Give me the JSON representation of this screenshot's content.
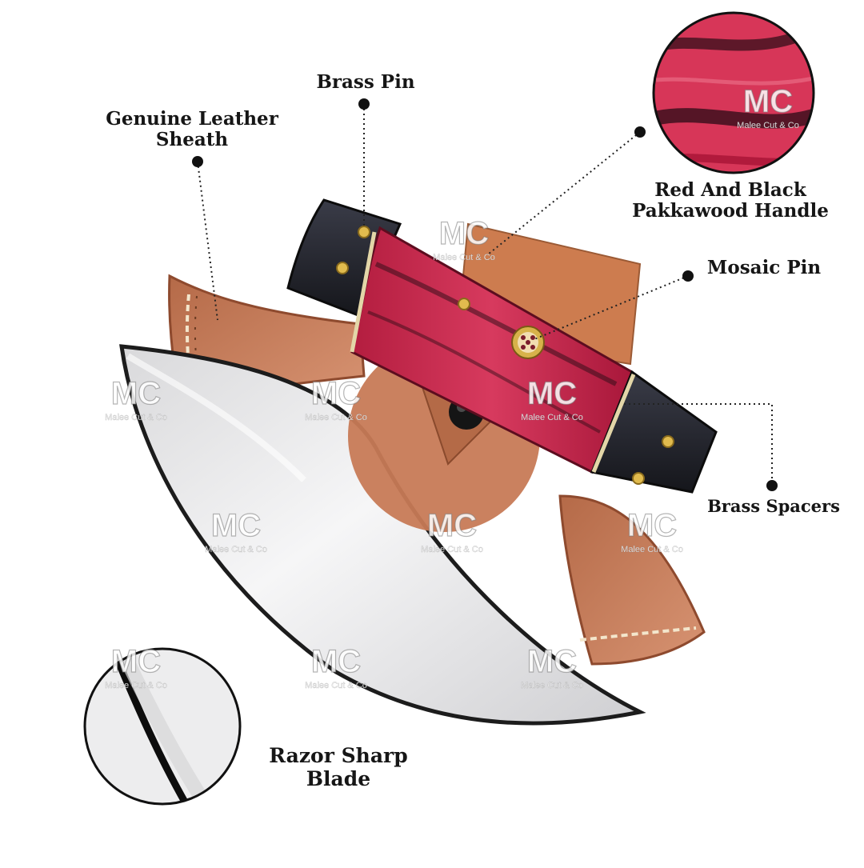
{
  "callouts": {
    "brass_pin": "Brass Pin",
    "leather_sheath": [
      "Genuine Leather",
      "Sheath"
    ],
    "handle": [
      "Red And Black",
      "Pakkawood Handle"
    ],
    "mosaic_pin": "Mosaic Pin",
    "brass_spacers": "Brass Spacers",
    "blade": [
      "Razor Sharp",
      "Blade"
    ]
  },
  "watermark": {
    "logo_letters": "MC",
    "brand": "Malee Cut & Co"
  },
  "colors": {
    "pakkawood_red": "#c8264a",
    "pakkawood_black": "#1e1f26",
    "leather": "#c77a56",
    "brass": "#d7b24a",
    "steel": "#e9e9ea",
    "label_text": "#161616"
  }
}
